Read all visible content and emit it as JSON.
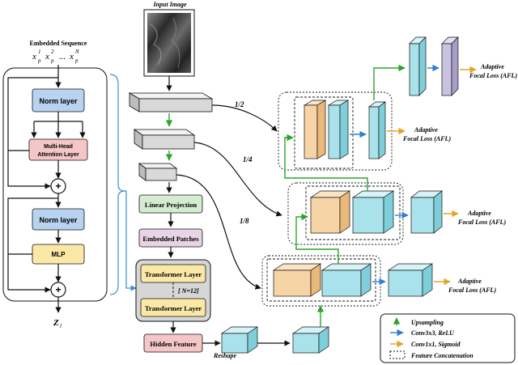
{
  "encoder": {
    "embedded_title": "Embedded Sequence",
    "seq_x1": "x",
    "seq_sup1": "1",
    "seq_x2": "x",
    "seq_sup2": "2",
    "seq_sub": "p",
    "seq_dots": "...",
    "seq_xN": "x",
    "seq_supN": "N",
    "norm1": "Norm layer",
    "mha_line1": "Multi-Head",
    "mha_line2": "Attention Layer",
    "norm2": "Norm layer",
    "mlp": "MLP",
    "plus": "+",
    "output_z": "Z",
    "output_sub": "l"
  },
  "main": {
    "input_title": "Input Image",
    "linear_projection": "Linear Projection",
    "embedded_patches": "Embedded Patches",
    "transformer_layer_top": "Transformer Layer",
    "transformer_layer_bottom": "Transformer Layer",
    "n_label": "[ N=12]",
    "hidden_feature": "Hidden Feature",
    "reshape": "Reshape",
    "scale_half": "1/2",
    "scale_quarter": "1/4",
    "scale_eighth": "1/8"
  },
  "losses": {
    "top_line1": "Adaptive",
    "top_line2": "Focal Loss (AFL)",
    "s1_line1": "Adaptive",
    "s1_line2": "Focal Loss (AFL)",
    "s2_line1": "Adaptive",
    "s2_line2": "Focal Loss (AFL)",
    "s3_line1": "Adaptive",
    "s3_line2": "Focal Loss (AFL)"
  },
  "legend": {
    "upsampling": "Upsampling",
    "conv3": "Conv3x3, ReLU",
    "conv1": "Conv1x1, Sigmoid",
    "concat": "Feature Concatenation"
  },
  "colors": {
    "norm": "#b7d3f0",
    "mha": "#f5c6c6",
    "mlp": "#fbe8a6",
    "linear": "#d6ecd2",
    "patches": "#e8d4e4",
    "transformer_bg": "#d6d6d6",
    "transformer": "#fbe8a6",
    "hidden": "#f5c6c6",
    "cyan": "#a9e2ea",
    "orange": "#f7d4a6",
    "purple": "#c9c2e0",
    "green_arrow": "#2aa52a",
    "blue_arrow": "#2f7fd6",
    "orange_arrow": "#e3a32a"
  }
}
